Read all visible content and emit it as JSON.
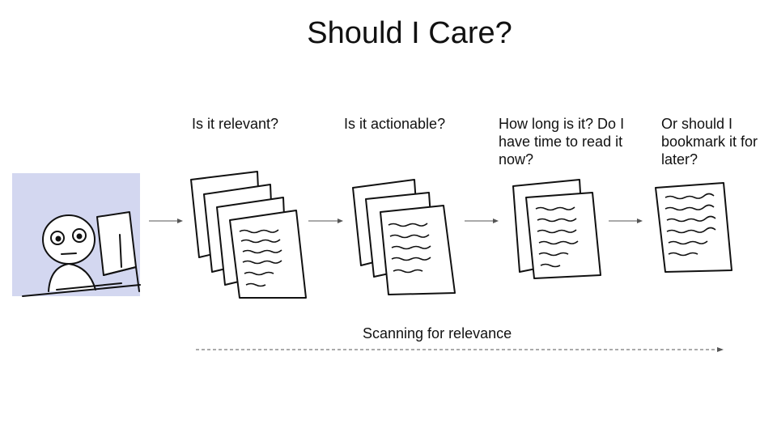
{
  "slide": {
    "title": "Should I Care?",
    "steps": [
      {
        "question": "Is it relevant?"
      },
      {
        "question": "Is it actionable?"
      },
      {
        "question": "How long is it? Do I have time to read it now?"
      },
      {
        "question": "Or should I bookmark it for later?"
      }
    ],
    "scan_label": "Scanning for relevance"
  },
  "colors": {
    "background": "#ffffff",
    "person_panel": "#d3d7f0",
    "ink": "#111111",
    "arrow": "#555555"
  },
  "icons": [
    "person-at-computer-icon",
    "document-stack-icon",
    "arrow-right-icon",
    "dashed-arrow-icon"
  ]
}
